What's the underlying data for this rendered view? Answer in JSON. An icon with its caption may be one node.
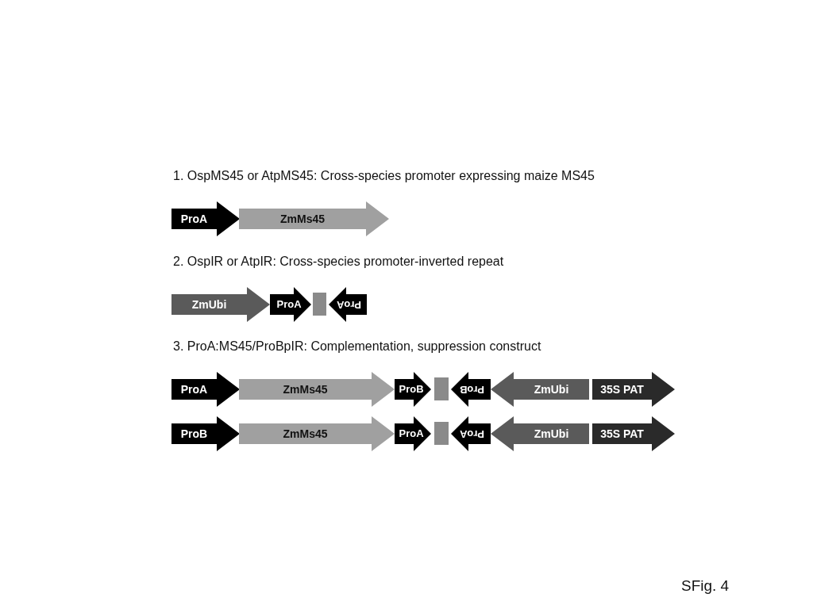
{
  "diagram": {
    "caption": "SFig. 4",
    "nodes": [
      {
        "text": [
          "ProA"
        ]
      },
      {
        "text": [
          "ZmMs45"
        ]
      },
      {
        "text": [
          "ZmUbi"
        ]
      },
      {
        "text": [
          "ProA"
        ]
      },
      {
        "text": [],
        "shape": "bar"
      },
      {
        "text": [
          "ProA"
        ]
      },
      {
        "text": [
          "ProA"
        ]
      },
      {
        "text": [
          "ZmMs45"
        ]
      },
      {
        "text": [
          "ProB"
        ]
      },
      {
        "text": [],
        "shape": "bar"
      },
      {
        "text": [
          "ProB"
        ]
      },
      {
        "text": [
          "ZmUbi"
        ]
      },
      {
        "text": [
          "35S PAT"
        ]
      },
      {
        "text": [
          "ProB"
        ]
      },
      {
        "text": [
          "ZmMs45"
        ]
      },
      {
        "text": [
          "ProA"
        ]
      },
      {
        "text": [],
        "shape": "bar"
      },
      {
        "text": [
          "ProA"
        ]
      },
      {
        "text": [
          "ZmUbi"
        ]
      },
      {
        "text": [
          "35S PAT"
        ]
      }
    ],
    "edges": [],
    "labels": [
      "1. OspMS45 or AtpMS45: Cross-species promoter expressing maize MS45",
      "2. OspIR or AtpIR: Cross-species promoter-inverted repeat",
      "3. ProA:MS45/ProBpIR: Complementation, suppression construct"
    ]
  }
}
